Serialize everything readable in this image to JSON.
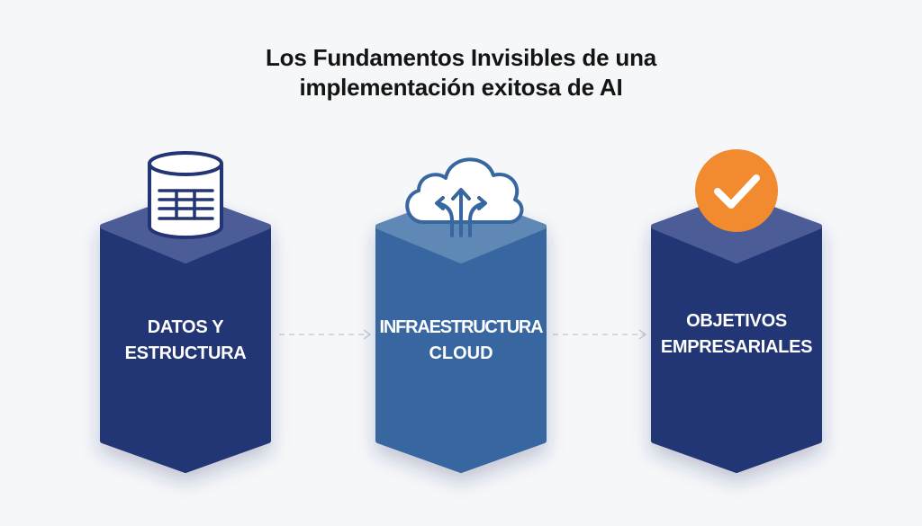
{
  "title": {
    "line1": "Los Fundamentos Invisibles de una",
    "line2": "implementación exitosa de AI"
  },
  "pillars": [
    {
      "line1": "DATOS Y",
      "line2": "ESTRUCTURA",
      "icon": "database-table-icon",
      "body_color": "#233574",
      "top_color": "#4b5b96"
    },
    {
      "line1": "INFRAESTRUCTURA",
      "line2": "CLOUD",
      "icon": "cloud-arrows-icon",
      "body_color": "#3766a0",
      "top_color": "#5e88b6"
    },
    {
      "line1": "OBJETIVOS",
      "line2": "EMPRESARIALES",
      "icon": "checkmark-circle-icon",
      "body_color": "#233574",
      "top_color": "#4b5b96"
    }
  ],
  "colors": {
    "accent": "#f28a30",
    "connector": "#c9ceda"
  }
}
